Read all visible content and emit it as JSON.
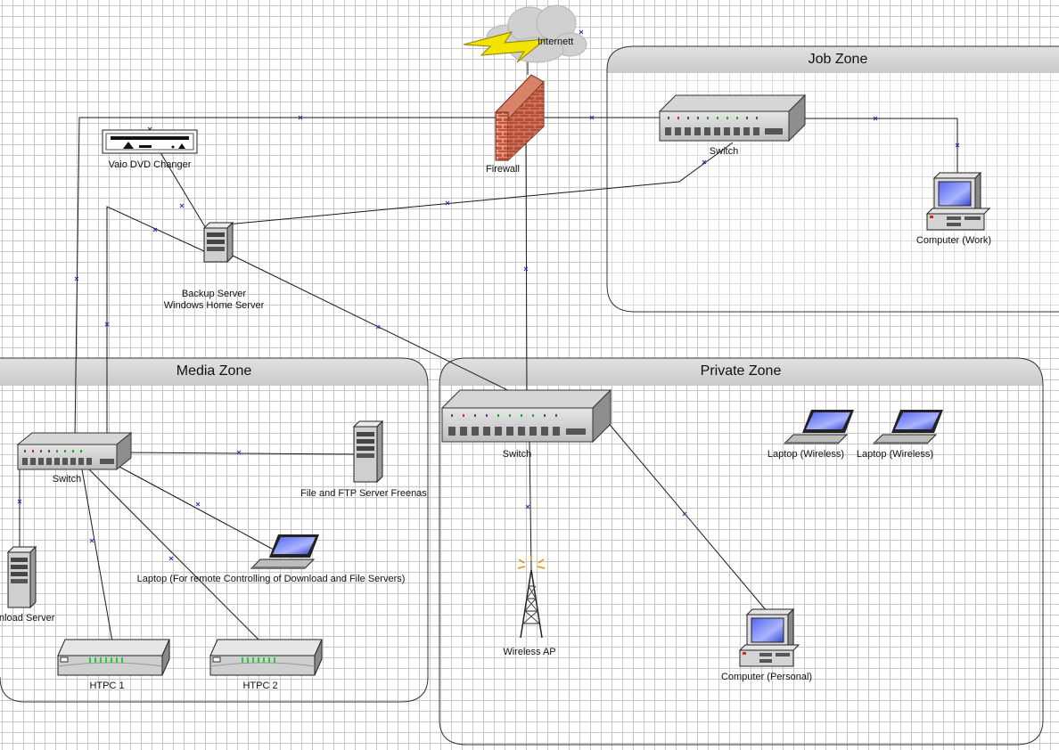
{
  "zones": {
    "job": "Job Zone",
    "media": "Media Zone",
    "private": "Private Zone"
  },
  "devices": {
    "internet": "Internett",
    "firewall": "Firewall",
    "dvd_changer": "Vaio DVD Changer",
    "backup_server_line1": "Backup Server",
    "backup_server_line2": "Windows Home Server",
    "switch_job": "Switch",
    "computer_work": "Computer (Work)",
    "switch_media": "Switch",
    "file_server": "File and FTP Server Freenas",
    "laptop_remote": "Laptop (For remote Controlling of Download and File Servers)",
    "download_server": "nload Server",
    "htpc1": "HTPC 1",
    "htpc2": "HTPC 2",
    "switch_private": "Switch",
    "laptop_wireless_1": "Laptop (Wireless)",
    "laptop_wireless_2": "Laptop (Wireless)",
    "wireless_ap": "Wireless AP",
    "computer_personal": "Computer (Personal)"
  }
}
